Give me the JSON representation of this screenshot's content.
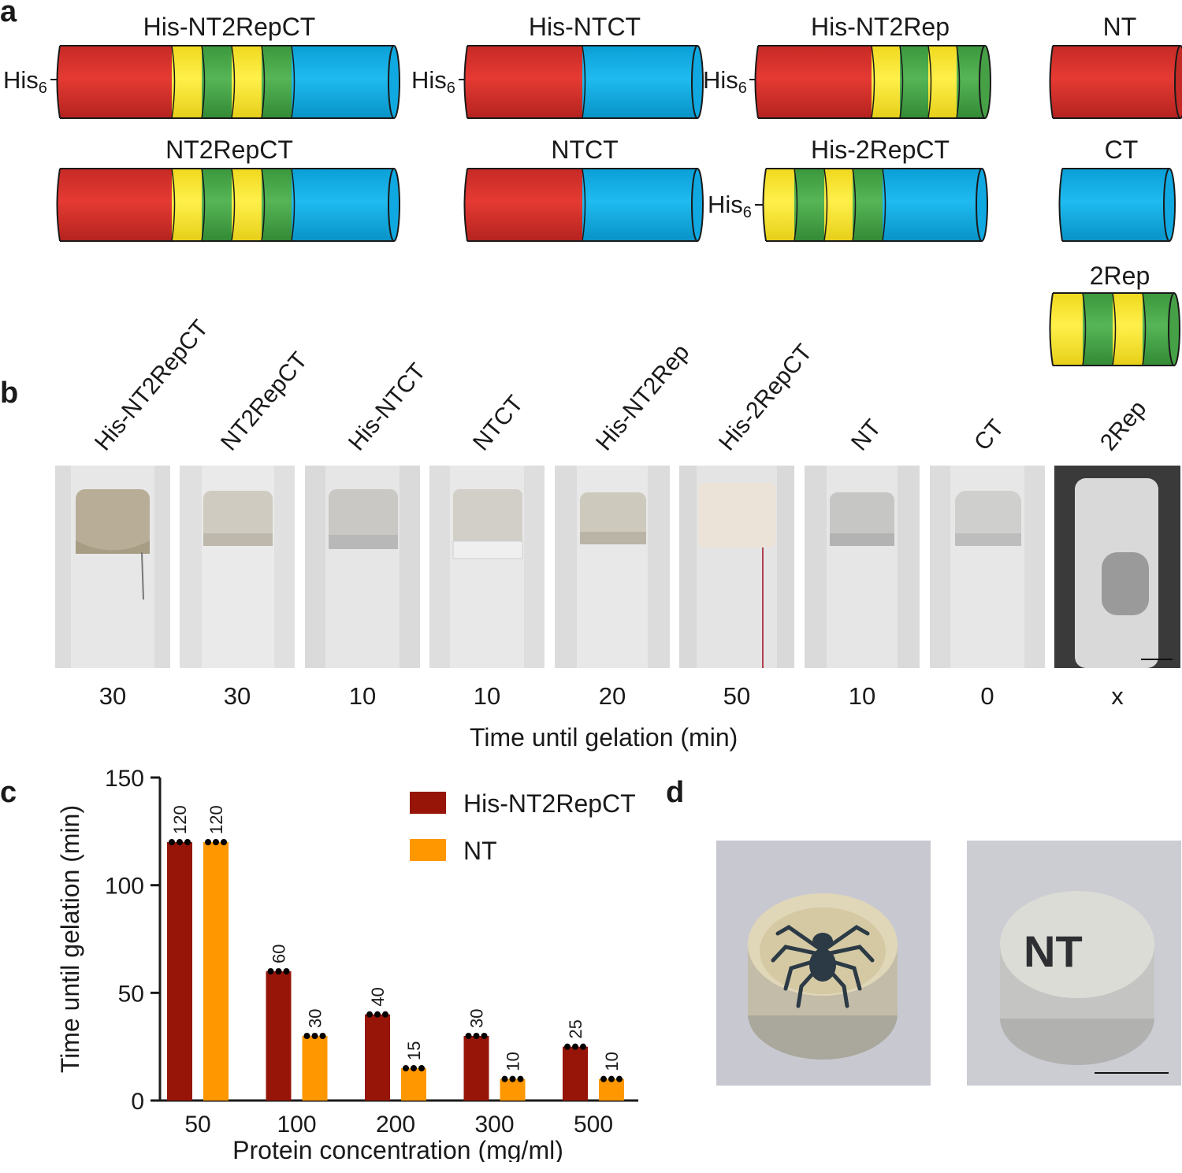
{
  "panels": {
    "a": "a",
    "b": "b",
    "c": "c",
    "d": "d"
  },
  "panel_a": {
    "his_prefix": "His",
    "his_sub": "6",
    "constructs": [
      {
        "name": "His-NT2RepCT",
        "his": true
      },
      {
        "name": "His-NTCT",
        "his": true
      },
      {
        "name": "His-NT2Rep",
        "his": true
      },
      {
        "name": "NT",
        "his": false
      },
      {
        "name": "NT2RepCT",
        "his": false
      },
      {
        "name": "NTCT",
        "his": false
      },
      {
        "name": "His-2RepCT",
        "his": true
      },
      {
        "name": "CT",
        "his": false
      },
      {
        "name": "2Rep",
        "his": false
      }
    ],
    "colors": {
      "NT": "#d9312b",
      "Rep_yellow": "#fcea2b",
      "Rep_green": "#4aa84a",
      "CT": "#12aee6"
    }
  },
  "panel_b": {
    "samples": [
      "His-NT2RepCT",
      "NT2RepCT",
      "His-NTCT",
      "NTCT",
      "His-NT2Rep",
      "His-2RepCT",
      "NT",
      "CT",
      "2Rep"
    ],
    "times": [
      "30",
      "30",
      "10",
      "10",
      "20",
      "50",
      "10",
      "0",
      "x"
    ],
    "axis_title": "Time until gelation (min)"
  },
  "chart_data": {
    "type": "bar",
    "categories": [
      "50",
      "100",
      "200",
      "300",
      "500"
    ],
    "series": [
      {
        "name": "His-NT2RepCT",
        "values": [
          120,
          60,
          40,
          30,
          25
        ],
        "labels": [
          "120",
          "60",
          "40",
          "30",
          "25"
        ],
        "color": "#961508"
      },
      {
        "name": "NT",
        "values": [
          120,
          30,
          15,
          10,
          10
        ],
        "labels": [
          "120",
          "30",
          "15",
          "10",
          "10"
        ],
        "color": "#fe9700"
      }
    ],
    "xlabel": "Protein concentration (mg/ml)",
    "ylabel": "Time until gelation (min)",
    "ylim": [
      0,
      150
    ],
    "yticks": [
      "0",
      "50",
      "100",
      "150"
    ],
    "legend_position": "top-right",
    "grid": false
  },
  "panel_d": {
    "photo_1": "spider-in-gel",
    "photo_2_text": "NT"
  }
}
